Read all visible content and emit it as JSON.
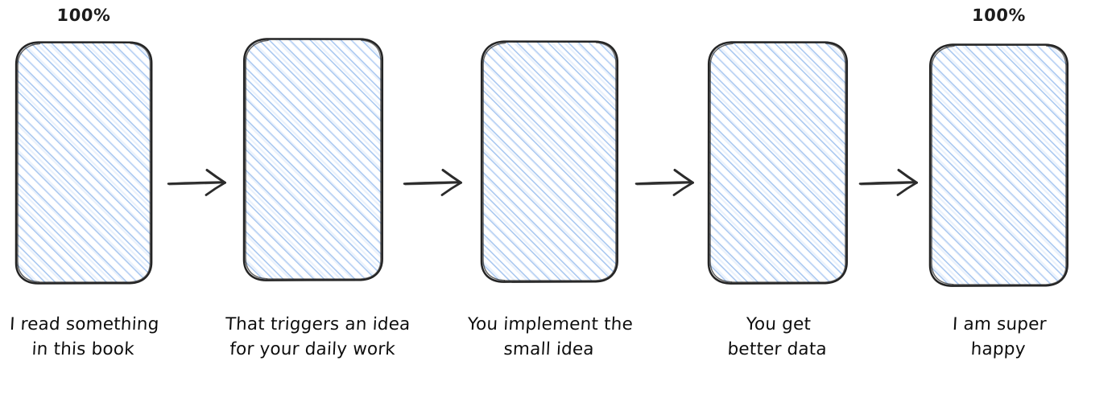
{
  "diagram": {
    "type": "horizontal-flow",
    "background_color": "#ffffff",
    "box_border_color": "#242424",
    "hatch_color": "#a8c7f0",
    "text_color": "#0d0d0d",
    "arrow_color": "#2b2b2b",
    "step_count": 5,
    "arrow_count": 4,
    "steps": [
      {
        "id": "step-1",
        "percent_label": "100%",
        "has_percent_label": true,
        "caption_line1": "I read something",
        "caption_line2": "in this book"
      },
      {
        "id": "step-2",
        "percent_label": "",
        "has_percent_label": false,
        "caption_line1": "That triggers an idea",
        "caption_line2": "for your daily work"
      },
      {
        "id": "step-3",
        "percent_label": "",
        "has_percent_label": false,
        "caption_line1": "You implement the",
        "caption_line2": "small idea"
      },
      {
        "id": "step-4",
        "percent_label": "",
        "has_percent_label": false,
        "caption_line1": "You get",
        "caption_line2": "better data"
      },
      {
        "id": "step-5",
        "percent_label": "100%",
        "has_percent_label": true,
        "caption_line1": "I am super",
        "caption_line2": "happy"
      }
    ],
    "arrows": [
      {
        "id": "arrow-1",
        "icon": "arrow-right-icon",
        "direction": "right"
      },
      {
        "id": "arrow-2",
        "icon": "arrow-right-icon",
        "direction": "right"
      },
      {
        "id": "arrow-3",
        "icon": "arrow-right-icon",
        "direction": "right"
      },
      {
        "id": "arrow-4",
        "icon": "arrow-right-icon",
        "direction": "right"
      }
    ]
  }
}
